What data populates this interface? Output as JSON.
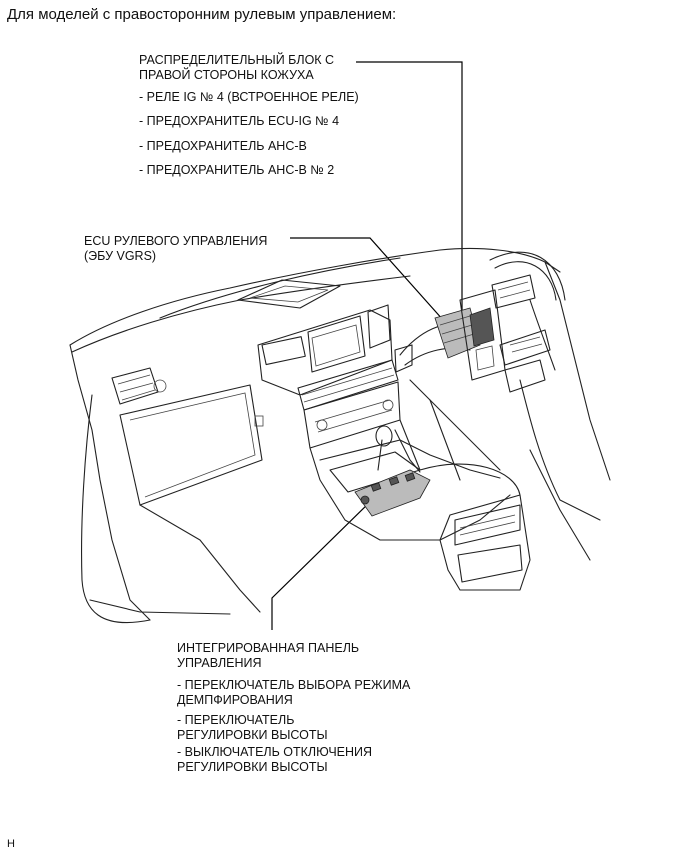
{
  "heading": "Для моделей с правосторонним рулевым управлением:",
  "callouts": {
    "junction_block": {
      "title_lines": [
        "РАСПРЕДЕЛИТЕЛЬНЫЙ БЛОК С",
        "ПРАВОЙ СТОРОНЫ КОЖУХА"
      ],
      "items": [
        "- РЕЛЕ IG № 4 (ВСТРОЕННОЕ РЕЛЕ)",
        "- ПРЕДОХРАНИТЕЛЬ ECU-IG № 4",
        "- ПРЕДОХРАНИТЕЛЬ AHC-B",
        "- ПРЕДОХРАНИТЕЛЬ AHC-B № 2"
      ]
    },
    "steering_ecu": {
      "title_lines": [
        "ECU РУЛЕВОГО УПРАВЛЕНИЯ",
        "(ЭБУ VGRS)"
      ]
    },
    "control_panel": {
      "title_lines": [
        "ИНТЕГРИРОВАННАЯ ПАНЕЛЬ",
        "УПРАВЛЕНИЯ"
      ],
      "items": [
        "- ПЕРЕКЛЮЧАТЕЛЬ ВЫБОРА РЕЖИМА",
        "ДЕМПФИРОВАНИЯ",
        "- ПЕРЕКЛЮЧАТЕЛЬ",
        "РЕГУЛИРОВКИ ВЫСОТЫ",
        "- ВЫКЛЮЧАТЕЛЬ ОТКЛЮЧЕНИЯ",
        "РЕГУЛИРОВКИ ВЫСОТЫ"
      ]
    }
  },
  "footer": "H"
}
